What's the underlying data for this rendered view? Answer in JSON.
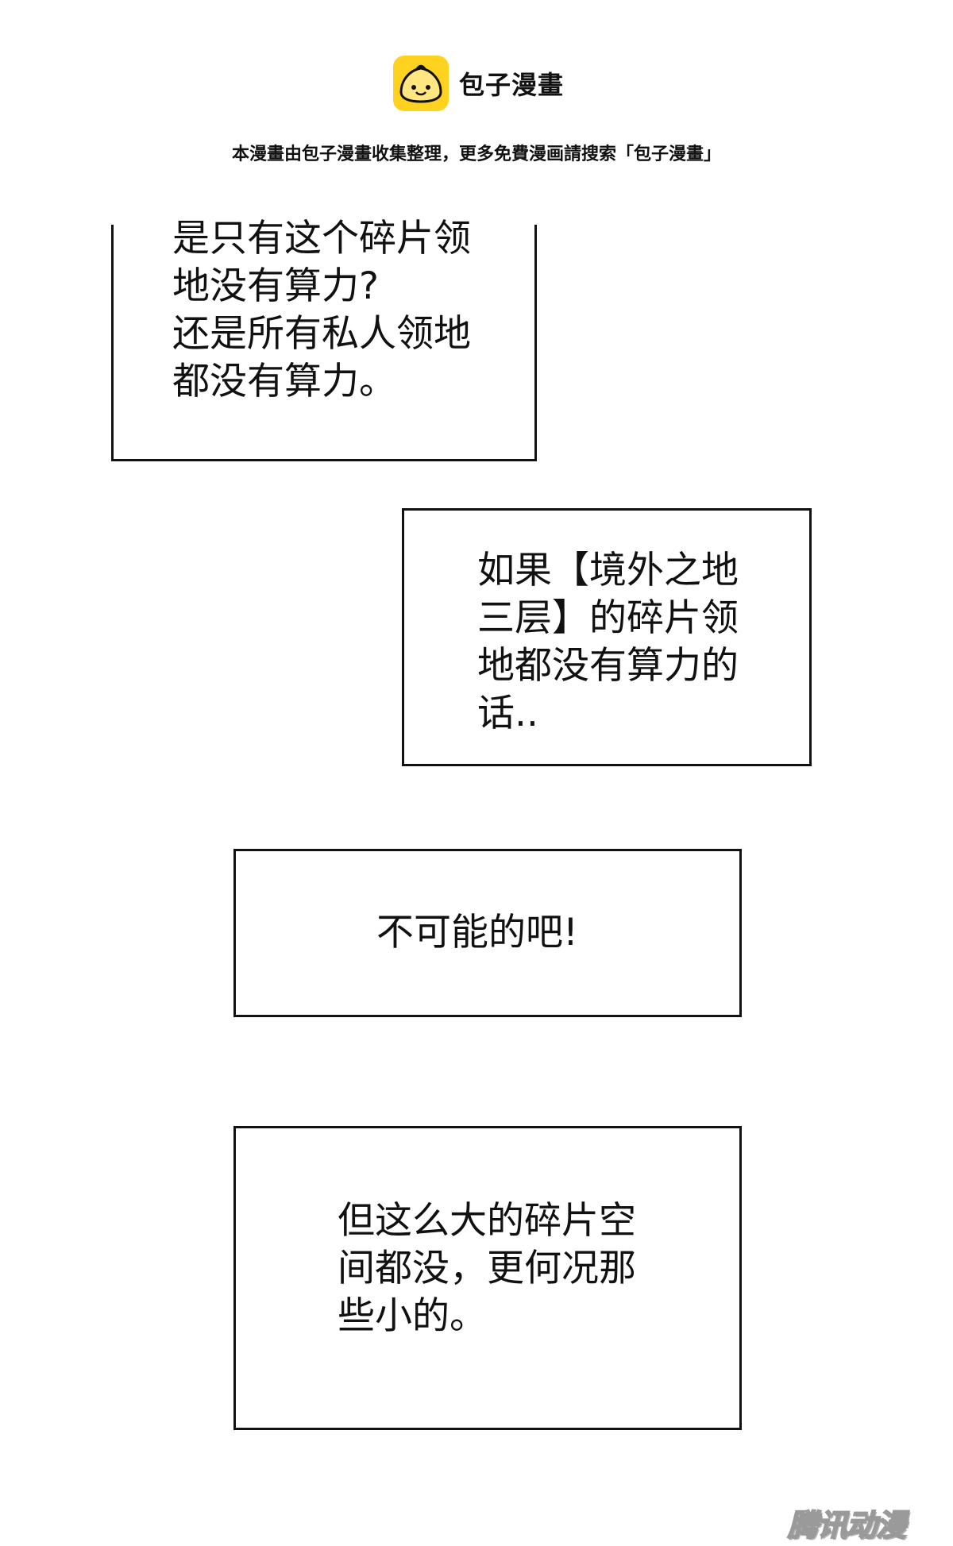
{
  "header": {
    "logo_icon": "steamed-bun-icon",
    "brand_name": "包子漫畫",
    "notice": "本漫畫由包子漫畫收集整理，更多免費漫画請搜索「包子漫畫」",
    "logo_color": "#FFD21F"
  },
  "panels": [
    {
      "lines": [
        "是只有这个碎片领",
        "地没有算力?",
        "还是所有私人领地",
        "都没有算力。"
      ]
    },
    {
      "lines": [
        "如果【境外之地",
        "三层】的碎片领",
        "地都没有算力的",
        "话.."
      ]
    },
    {
      "lines": [
        "不可能的吧!"
      ]
    },
    {
      "lines": [
        "但这么大的碎片空",
        "间都没，更何况那",
        "些小的。"
      ]
    }
  ],
  "watermark": {
    "text": "腾讯动漫"
  }
}
